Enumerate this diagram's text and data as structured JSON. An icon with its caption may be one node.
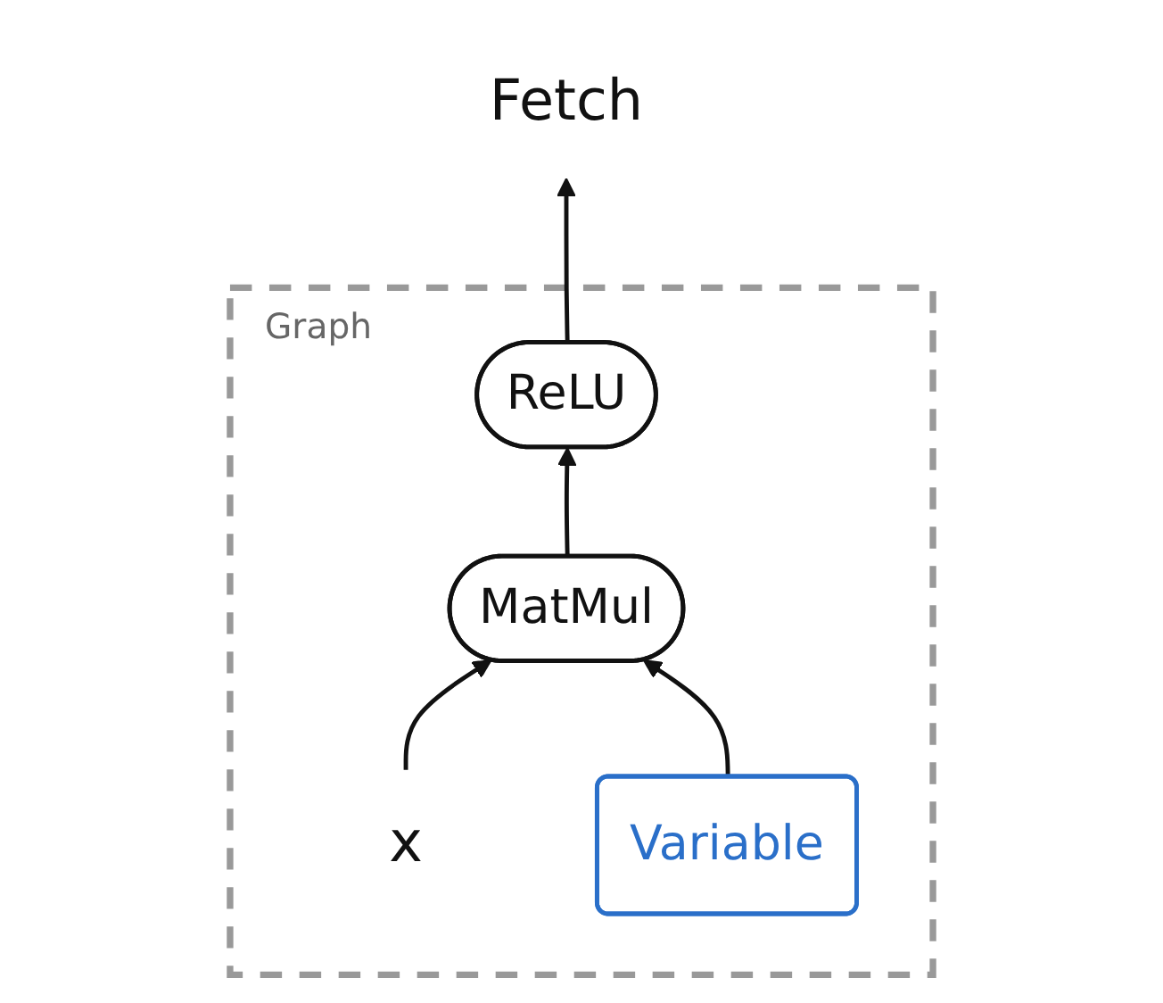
{
  "diagram": {
    "nodes": [
      {
        "text": [
          "Fetch"
        ]
      },
      {
        "text": [
          "Graph"
        ]
      },
      {
        "text": [
          "ReLU"
        ],
        "in": 1
      },
      {
        "text": [
          "Variable"
        ],
        "in": 1
      },
      {
        "text": [
          "MatMul"
        ],
        "in": 1
      },
      {
        "text": [
          "x"
        ],
        "in": 1
      }
    ],
    "edges": [
      {
        "from": 5,
        "to": 4,
        "arrow": "to"
      },
      {
        "from": 3,
        "to": 4,
        "arrow": "to"
      },
      {
        "from": 4,
        "to": 2,
        "arrow": "to"
      },
      {
        "from": 2,
        "to": 0,
        "arrow": "to"
      }
    ]
  }
}
